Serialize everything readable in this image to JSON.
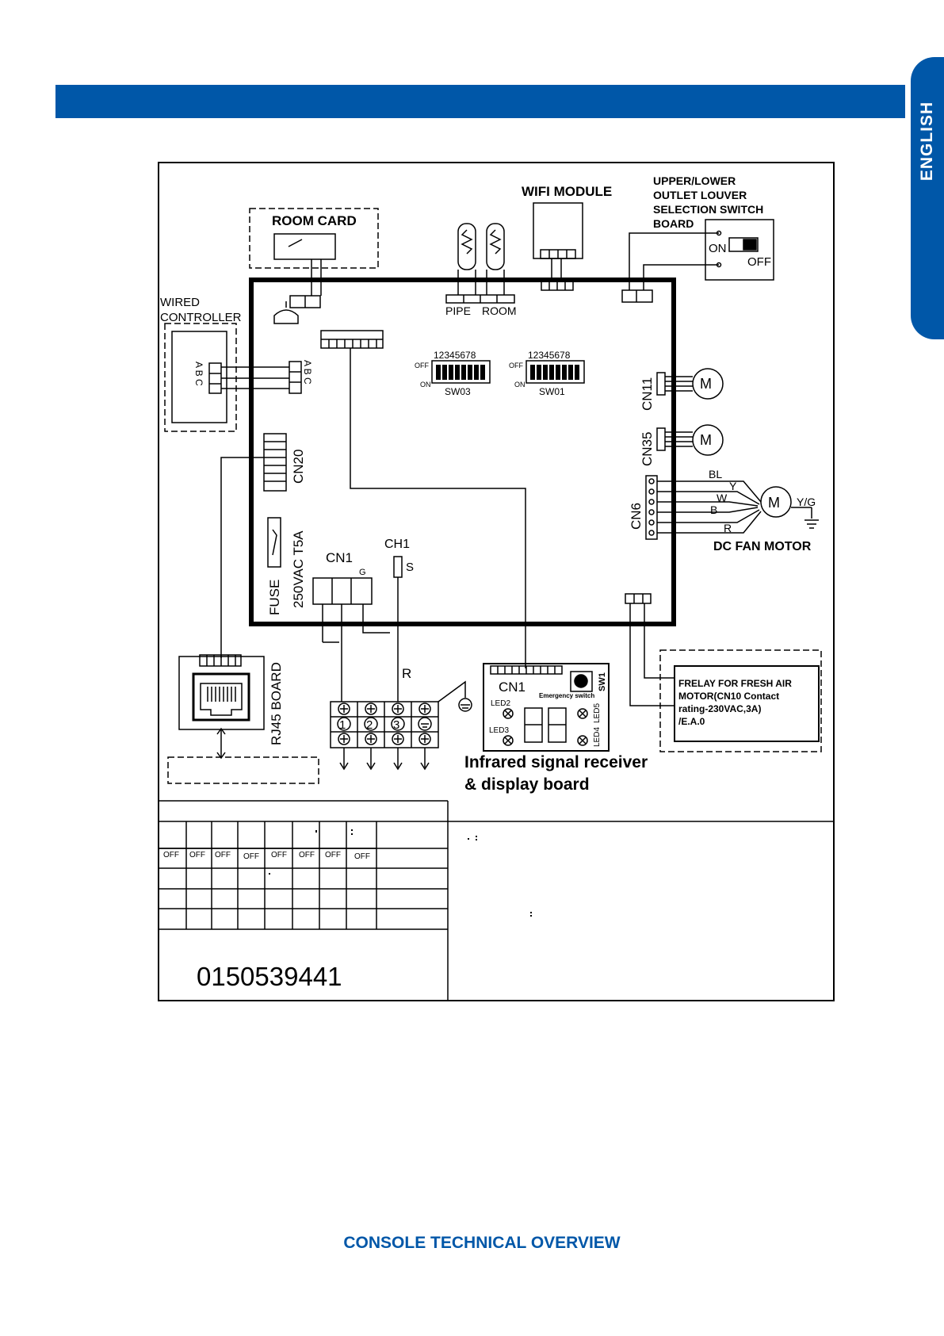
{
  "page": {
    "side_tab": "ENGLISH",
    "footer_title": "CONSOLE TECHNICAL OVERVIEW"
  },
  "diagram": {
    "room_card": "ROOM CARD",
    "wifi_module": "WIFI MODULE",
    "louver_switch": {
      "line1": "UPPER/LOWER",
      "line2": "OUTLET LOUVER",
      "line3": "SELECTION SWITCH",
      "line4": "BOARD",
      "on": "ON",
      "off": "OFF"
    },
    "wired_controller": {
      "line1": "WIRED",
      "line2": "CONTROLLER",
      "abc": "A B C"
    },
    "pipe": "PIPE",
    "room": "ROOM",
    "dip_digits": "12345678",
    "dip_off": "OFF",
    "dip_on": "ON",
    "sw03": "SW03",
    "sw01": "SW01",
    "cn11": "CN11",
    "cn35": "CN35",
    "cn6": "CN6",
    "cn20": "CN20",
    "motor_m": "M",
    "wires": {
      "bl": "BL",
      "y": "Y",
      "w": "W",
      "b": "B",
      "r": "R",
      "yg": "Y/G"
    },
    "dc_fan_motor": "DC FAN MOTOR",
    "fuse": "FUSE",
    "fuse_rating": "250VAC T5A",
    "cn1": "CN1",
    "cn1_g": "G",
    "ch1": "CH1",
    "ch1_s": "S",
    "r_label": "R",
    "rj45_board": "RJ45 BOARD",
    "terminals": [
      "1",
      "2",
      "3"
    ],
    "display_board": {
      "cn1": "CN1",
      "sw1": "SW1",
      "emergency": "Emergency switch",
      "led2": "LED2",
      "led3": "LED3",
      "led4": "LED4",
      "led5": "LED5"
    },
    "infrared_line1": "Infrared signal receiver",
    "infrared_line2": "& display board",
    "relay": {
      "line1": "FRELAY FOR FRESH AIR",
      "line2": "MOTOR(CN10 Contact",
      "line3": "rating-230VAC,3A)",
      "line4": "/E.A.0"
    }
  },
  "table": {
    "off_labels": [
      "OFF",
      "OFF",
      "OFF",
      "OFF",
      "OFF",
      "OFF",
      "OFF",
      "OFF"
    ],
    "part_number": "0150539441"
  }
}
